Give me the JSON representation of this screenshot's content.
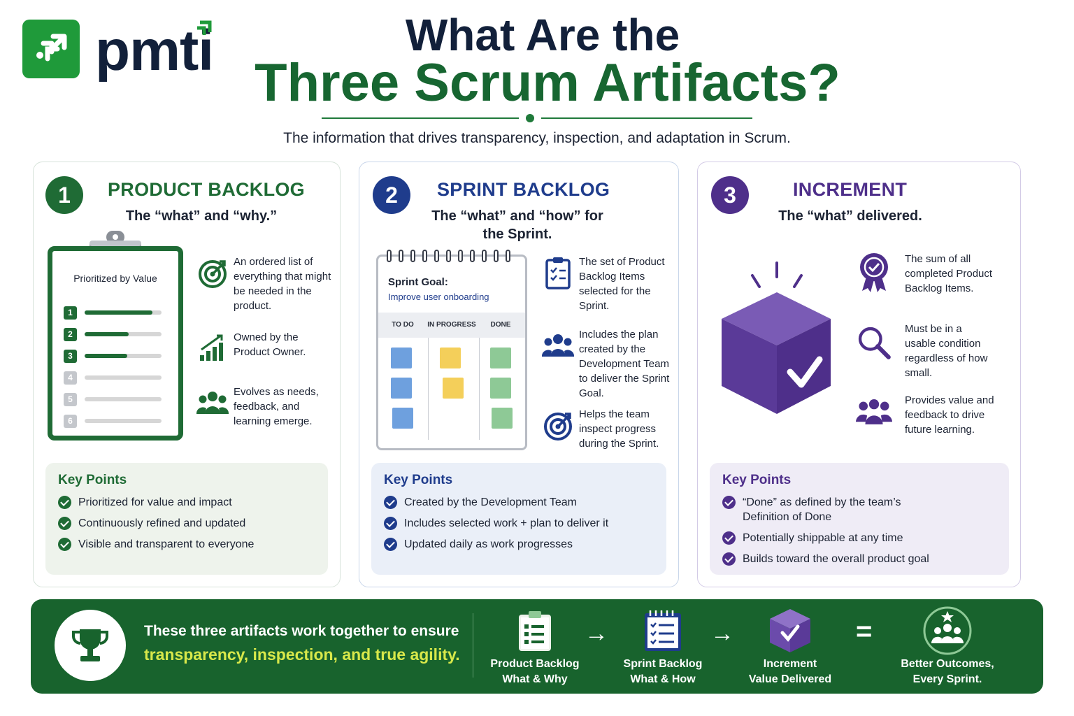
{
  "brand": {
    "logo_text": "pmti",
    "color": "#1f9a3a",
    "text_color": "#12203a"
  },
  "header": {
    "title_line1": "What Are the",
    "title_line2": "Three Scrum Artifacts?",
    "subtitle": "The information that drives transparency, inspection, and adaptation in Scrum."
  },
  "cards": [
    {
      "number": "1",
      "title": "PRODUCT BACKLOG",
      "subtitle": "The “what” and “why.”",
      "accent": "#1f6b35",
      "illustration": {
        "heading": "Prioritized by Value",
        "rows": [
          {
            "n": "1",
            "level": 0.88
          },
          {
            "n": "2",
            "level": 0.57
          },
          {
            "n": "3",
            "level": 0.55
          },
          {
            "n": "4",
            "level": 0
          },
          {
            "n": "5",
            "level": 0
          },
          {
            "n": "6",
            "level": 0
          }
        ]
      },
      "features": [
        {
          "icon": "target-icon",
          "text": "An ordered list of everything that might be needed in the product."
        },
        {
          "icon": "growth-chart-icon",
          "text": "Owned by the Product Owner."
        },
        {
          "icon": "team-icon",
          "text": "Evolves as needs, feedback, and learning emerge."
        }
      ],
      "key_points_title": "Key Points",
      "key_points": [
        "Prioritized for value and impact",
        "Continuously refined and updated",
        "Visible and transparent to everyone"
      ]
    },
    {
      "number": "2",
      "title": "SPRINT BACKLOG",
      "subtitle": "The “what” and “how” for the Sprint.",
      "accent": "#1f3c8c",
      "illustration": {
        "goal_label": "Sprint Goal:",
        "goal_value": "Improve user onboarding",
        "columns": [
          "TO DO",
          "IN PROGRESS",
          "DONE"
        ]
      },
      "features": [
        {
          "icon": "checklist-icon",
          "text": "The set of Product Backlog Items selected for the Sprint."
        },
        {
          "icon": "team-icon",
          "text": "Includes the plan created by the Development Team to deliver the Sprint Goal."
        },
        {
          "icon": "target-icon",
          "text": "Helps the team inspect progress during the Sprint."
        }
      ],
      "key_points_title": "Key Points",
      "key_points": [
        "Created by the Development Team",
        "Includes selected work + plan to deliver it",
        "Updated daily as work progresses"
      ]
    },
    {
      "number": "3",
      "title": "INCREMENT",
      "subtitle": "The “what” delivered.",
      "accent": "#4e2f8a",
      "features": [
        {
          "icon": "award-ribbon-icon",
          "text": "The sum of all completed Product Backlog Items."
        },
        {
          "icon": "magnifier-icon",
          "text": "Must be in a usable condition regardless of how small."
        },
        {
          "icon": "team-icon",
          "text": "Provides value and feedback to drive future learning."
        }
      ],
      "key_points_title": "Key Points",
      "key_points": [
        "“Done” as defined by the team’s Definition of Done",
        "Potentially shippable at any time",
        "Builds toward the overall product goal"
      ]
    }
  ],
  "banner": {
    "line1": "These three artifacts work together to ensure",
    "line2": "transparency, inspection, and true agility.",
    "flow": [
      {
        "icon": "clipboard-icon",
        "l1": "Product Backlog",
        "l2": "What & Why"
      },
      {
        "icon": "notebook-icon",
        "l1": "Sprint Backlog",
        "l2": "What & How"
      },
      {
        "icon": "cube-check-icon",
        "l1": "Increment",
        "l2": "Value Delivered"
      },
      {
        "icon": "team-star-icon",
        "l1": "Better Outcomes,",
        "l2": "Every Sprint."
      }
    ],
    "arrow": "→",
    "equals": "="
  }
}
